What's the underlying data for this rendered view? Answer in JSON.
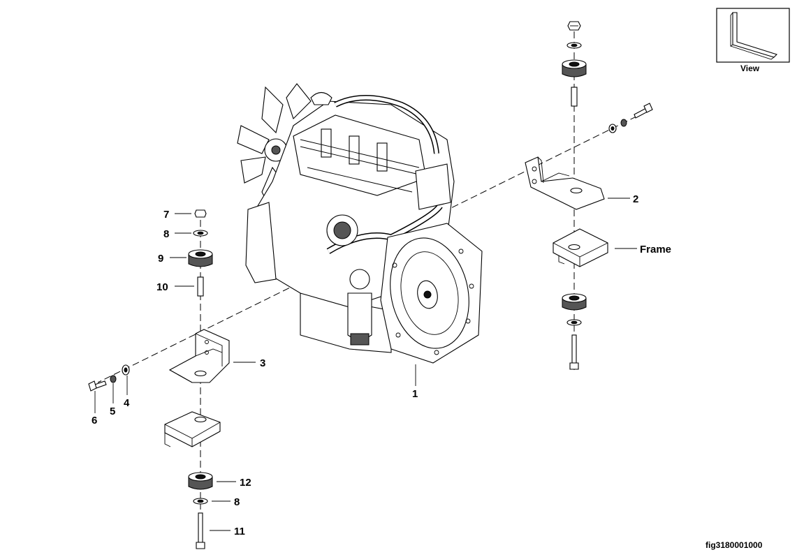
{
  "diagram": {
    "figure_id": "fig3180001000",
    "view_label": "View",
    "callouts": {
      "engine": "1",
      "front_bracket": "2",
      "rear_bracket": "3",
      "washer_left": "4",
      "lock_washer_left": "5",
      "bolt_left": "6",
      "nut": "7",
      "washer_top": "8",
      "isolator_top": "9",
      "spacer": "10",
      "long_bolt": "11",
      "isolator_bottom": "12",
      "washer_bottom": "8",
      "frame": "Frame"
    }
  }
}
